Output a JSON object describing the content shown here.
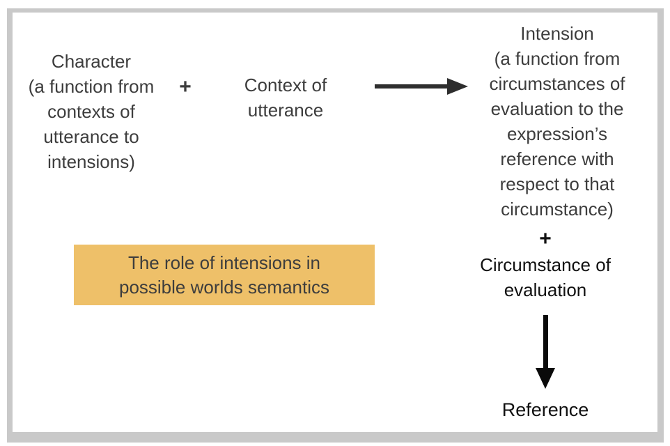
{
  "diagram": {
    "title_semantic": "The role of intensions in possible worlds semantics",
    "character": {
      "lines": [
        "Character",
        "(a function from",
        "contexts of",
        "utterance to",
        "intensions)"
      ]
    },
    "plus_left": "+",
    "context": {
      "lines": [
        "Context of",
        "utterance"
      ]
    },
    "intension": {
      "lines": [
        "Intension",
        "(a function from",
        "circumstances of",
        "evaluation to the",
        "expression’s",
        "reference with",
        "respect to that",
        "circumstance)"
      ]
    },
    "plus_right": "+",
    "circumstance": {
      "lines": [
        "Circumstance of",
        "evaluation"
      ]
    },
    "reference": "Reference",
    "highlight": {
      "lines": [
        "The role of intensions in",
        "possible worlds semantics"
      ],
      "background": "#eec069"
    },
    "icons": [
      "arrow-right-icon",
      "arrow-down-icon"
    ],
    "colors": {
      "text_gray": "#3d3d3d",
      "text_black": "#111111",
      "frame_gray": "#c9c9c9",
      "arrow_dark": "#2e2e2e",
      "arrow_black": "#0a0a0a",
      "highlight_orange": "#eec069",
      "background": "#ffffff"
    }
  }
}
